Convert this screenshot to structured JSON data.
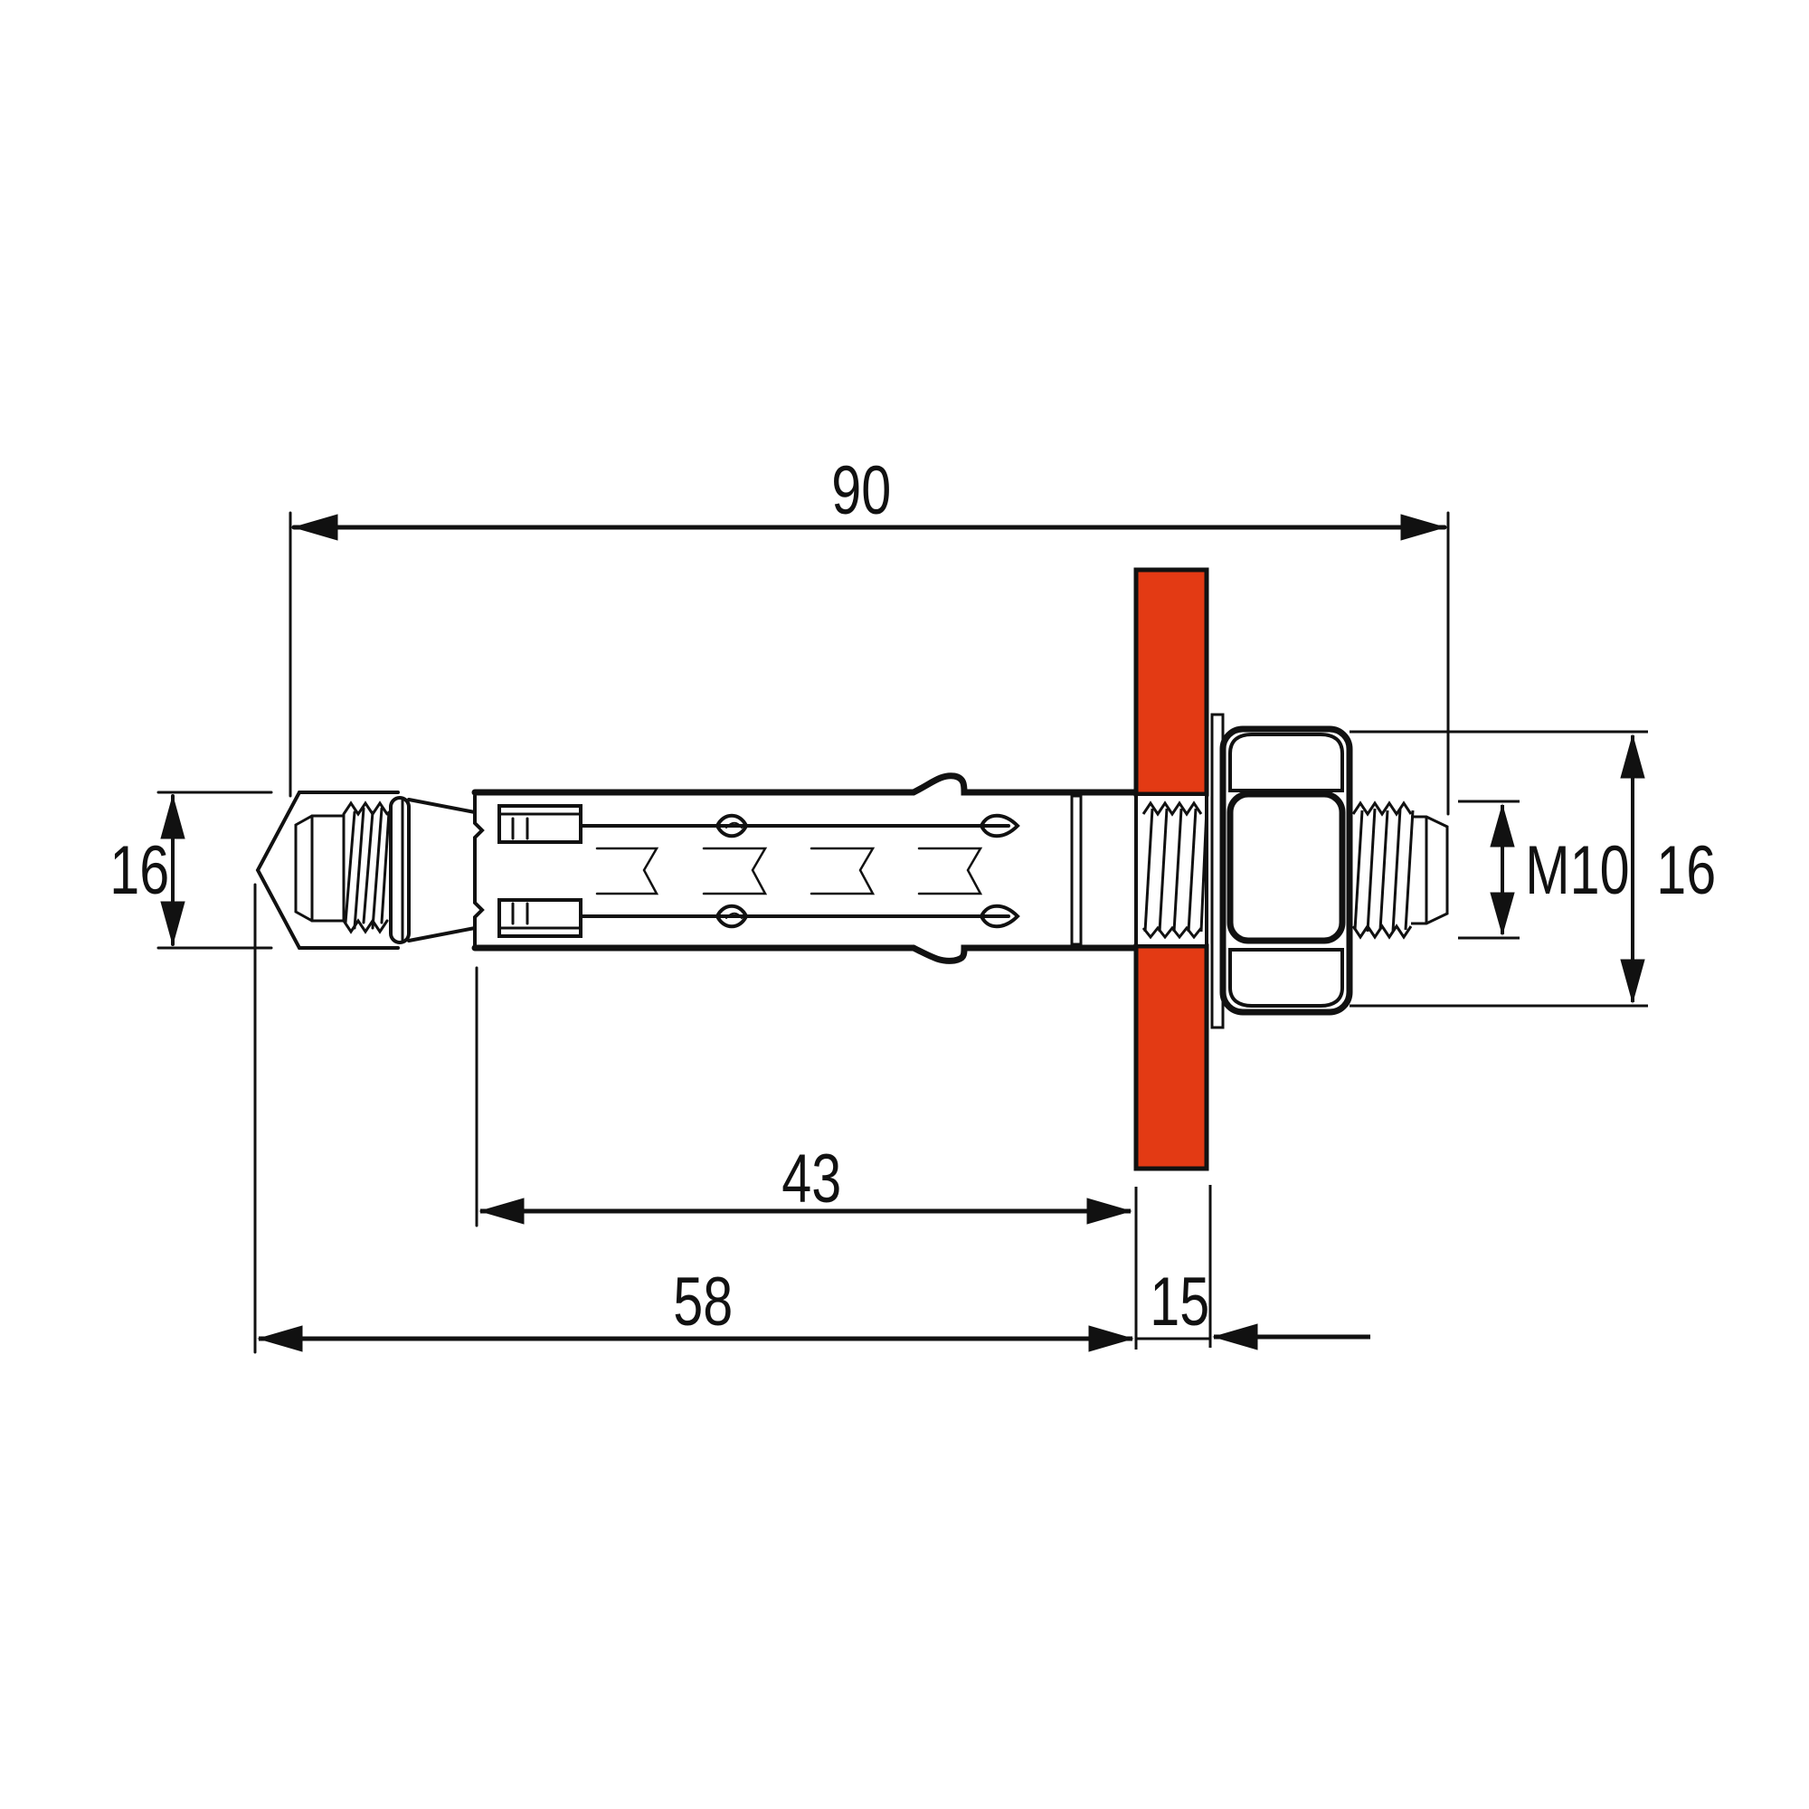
{
  "drawing": {
    "subject": "anchor bolt with nut and washer through plate",
    "colors": {
      "line": "#111111",
      "plate": "#e33a14",
      "background": "#ffffff"
    }
  },
  "dimensions": {
    "overall_length": "90",
    "sleeve_length": "43",
    "embed_length": "58",
    "fixture_thickness": "15",
    "sleeve_diameter": "16",
    "thread_size": "M10",
    "nut_width": "16"
  }
}
